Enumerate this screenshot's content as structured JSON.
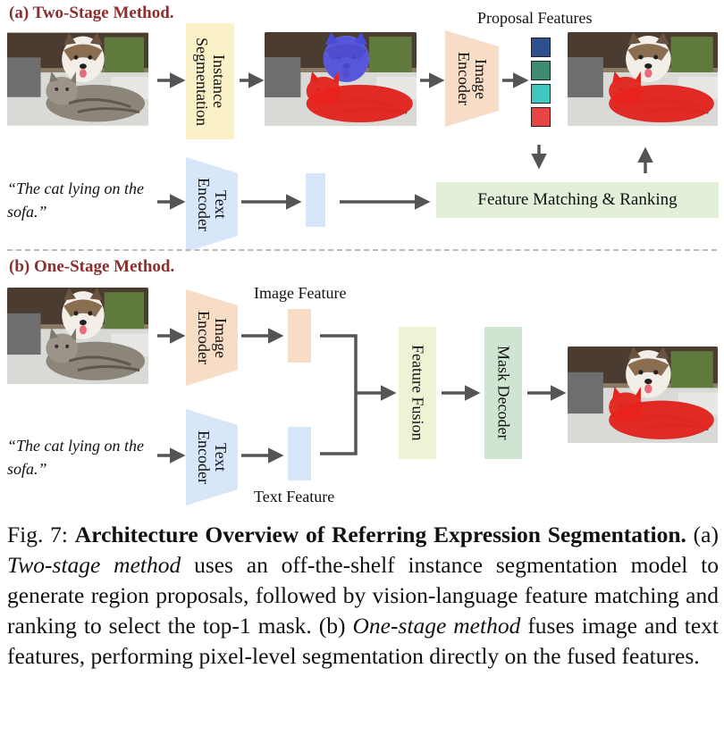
{
  "section_a": {
    "title": "(a) Two-Stage Method."
  },
  "section_b": {
    "title": "(b) One-Stage Method."
  },
  "labels": {
    "instance_segmentation": "Instance\nSegmentation",
    "image_encoder": "Image\nEncoder",
    "text_encoder": "Text\nEncoder",
    "proposal_features": "Proposal Features",
    "feature_matching": "Feature Matching & Ranking",
    "image_feature": "Image Feature",
    "text_feature": "Text Feature",
    "feature_fusion": "Feature Fusion",
    "mask_decoder": "Mask Decoder"
  },
  "query_text": "“The cat lying on the sofa.”",
  "colors": {
    "title": "#8b2e2e",
    "instance_seg_box": "#fbf1c9",
    "encoder_image": "#f7dcc6",
    "encoder_text": "#d7e6f8",
    "feature_matching": "#e3f0d9",
    "feature_fusion": "#eef3d6",
    "mask_decoder": "#cfe5d2",
    "mask_red": "#e8231d",
    "mask_blue": "#4a4ad9",
    "arrow": "#555555",
    "proposal_1": "#2f4f8f",
    "proposal_2": "#3f8a73",
    "proposal_3": "#3fc7c0",
    "proposal_4": "#e84545"
  },
  "caption": {
    "fig": "Fig. 7: ",
    "bold": "Architecture Overview of Referring Expression Segmentation.",
    "part_a_label": " (a) ",
    "part_a_italic": "Two-stage method",
    "part_a_text": " uses an off-the-shelf instance segmentation model to generate region proposals, followed by vision-language feature matching and ranking to select the top-1 mask.",
    "part_b_label": " (b) ",
    "part_b_italic": "One-stage method",
    "part_b_text": " fuses image and text features, performing pixel-level segmentation directly on the fused features."
  }
}
